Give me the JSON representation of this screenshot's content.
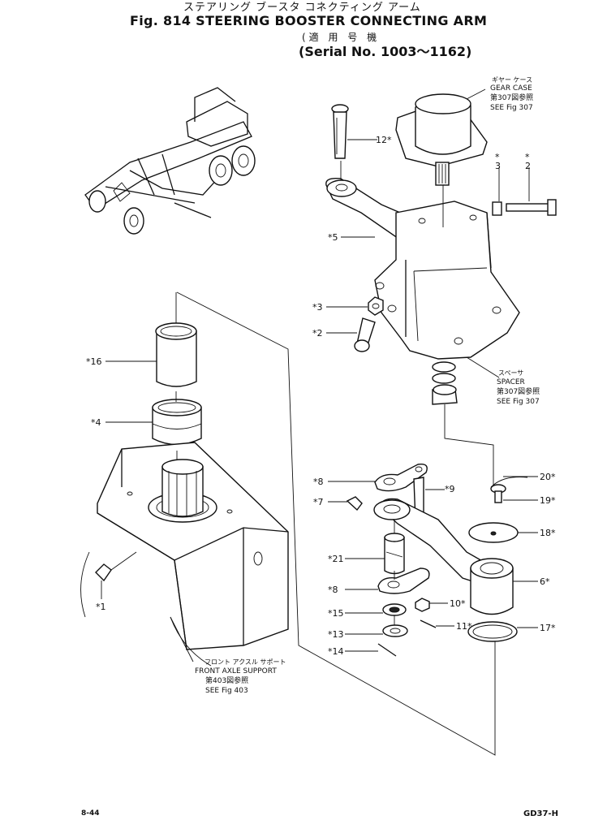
{
  "header": {
    "title_jp": "ステアリング ブースタ コネクティング アーム",
    "title": "Fig. 814 STEERING BOOSTER CONNECTING ARM",
    "serial_jp": "(適 用 号 機",
    "serial": "(Serial No. 1003～1162)"
  },
  "refs": {
    "gear_case": {
      "kana": "ギヤー ケース",
      "name": "GEAR CASE",
      "jp_ref": "第307図参照",
      "see": "SEE Fig 307"
    },
    "spacer": {
      "kana": "スペーサ",
      "name": "SPACER",
      "jp_ref": "第307図参照",
      "see": "SEE Fig 307"
    },
    "front_axle_support": {
      "kana": "フロント アクスル サポート",
      "name": "FRONT AXLE SUPPORT",
      "jp_ref": "第403図参照",
      "see": "SEE Fig 403"
    }
  },
  "callouts": {
    "c12": "12*",
    "c3top": "*\n3",
    "c2top": "*\n2",
    "c5": "*5",
    "c3": "*3",
    "c2": "*2",
    "c16": "*16",
    "c4": "*4",
    "c1": "*1",
    "c8a": "*8",
    "c7": "*7",
    "c9": "*9",
    "c20": "20*",
    "c19": "19*",
    "c18": "18*",
    "c21": "*21",
    "c6": "6*",
    "c8b": "*8",
    "c10": "10*",
    "c15": "*15",
    "c11": "11*",
    "c13": "*13",
    "c17": "17*",
    "c14": "*14"
  },
  "footer": {
    "page": "8-44",
    "model": "GD37-H"
  }
}
